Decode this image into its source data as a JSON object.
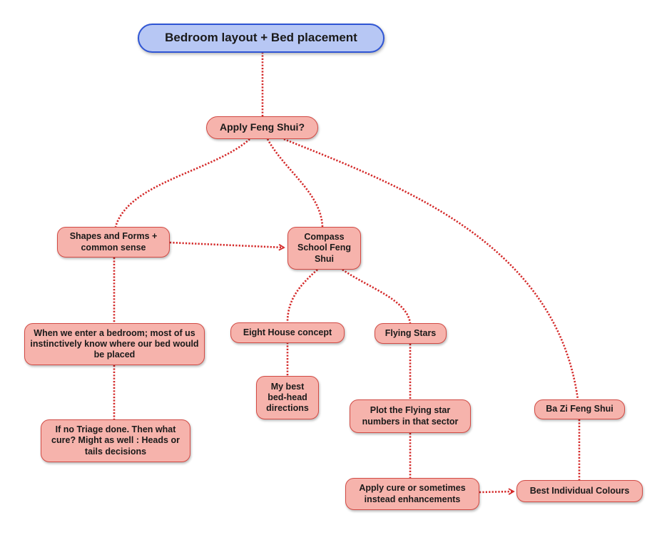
{
  "diagram": {
    "root": "Bedroom layout + Bed placement",
    "apply_feng_shui": "Apply Feng Shui?",
    "shapes_forms": "Shapes and Forms + common sense",
    "compass_school": "Compass School Feng Shui",
    "bedroom_instinct": "When we enter a bedroom; most of us instinctively know where our bed would be placed",
    "no_triage": "If no Triage done. Then what cure? Might as well : Heads or tails decisions",
    "eight_house": "Eight House concept",
    "best_bed_head": "My best bed-head directions",
    "flying_stars": "Flying Stars",
    "plot_flying_star": "Plot the Flying star numbers in that sector",
    "apply_cure": "Apply cure or sometimes instead enhancements",
    "ba_zi": "Ba Zi Feng Shui",
    "best_colours": "Best Individual Colours"
  },
  "colors": {
    "root_fill": "#b7c7f4",
    "root_border": "#2f55d4",
    "node_fill": "#f6b3ac",
    "node_border": "#d24a44",
    "connector": "#d42a2a"
  }
}
